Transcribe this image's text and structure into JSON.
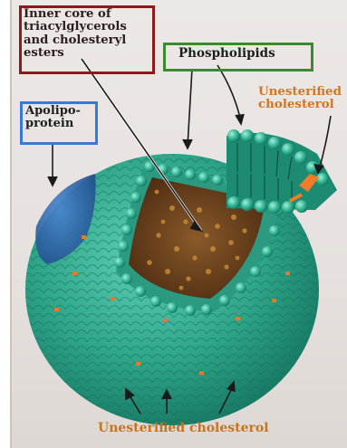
{
  "labels": {
    "inner_core": [
      "Inner core of",
      "triacylglycerols",
      "and cholesteryl",
      "esters"
    ],
    "phospholipids": "Phospholipids",
    "apolipoprotein": [
      "Apolipo-",
      "protein"
    ],
    "unesterified_right": [
      "Unesterified",
      "cholesterol"
    ],
    "unesterified_bottom": "Unesterified cholesterol"
  },
  "colors": {
    "core_box": "#8b1a1a",
    "phospholipid_box": "#3c8a30",
    "apoprotein_box": "#3a78d8",
    "cholesterol_text": "#d4761f",
    "shell": "#2fa98e",
    "core": "#7a4a22",
    "apoprotein": "#2d5fa0"
  }
}
